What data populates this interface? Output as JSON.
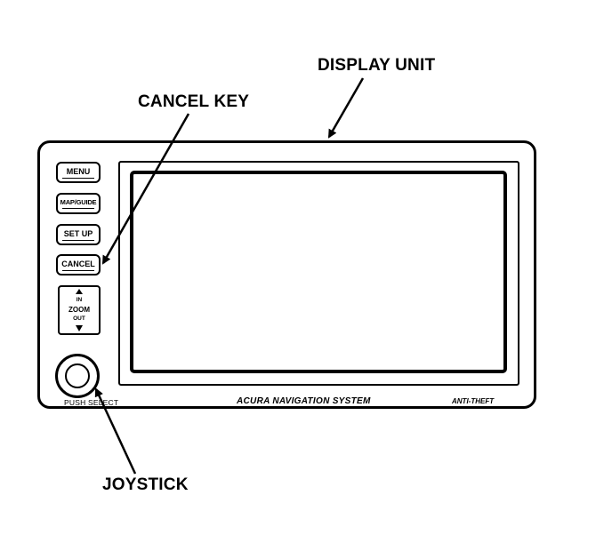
{
  "callouts": {
    "display_unit": "DISPLAY UNIT",
    "cancel_key": "CANCEL KEY",
    "joystick": "JOYSTICK"
  },
  "keys": {
    "menu": "MENU",
    "map_guide": "MAP/GUIDE",
    "set_up": "SET UP",
    "cancel": "CANCEL"
  },
  "zoom": {
    "in": "IN",
    "label": "ZOOM",
    "out": "OUT"
  },
  "panel_text": {
    "push_select": "PUSH SELECT",
    "brand": "ACURA NAVIGATION SYSTEM",
    "anti_theft": "ANTI-THEFT"
  }
}
